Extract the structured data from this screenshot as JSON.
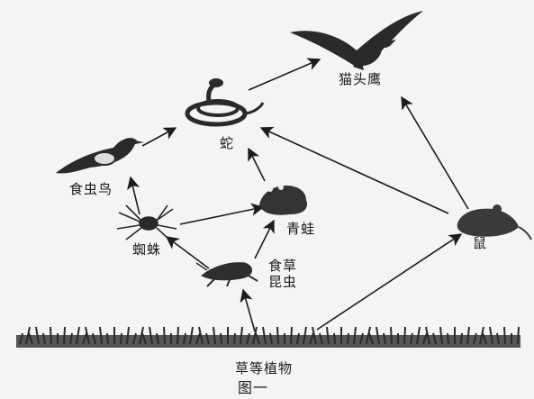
{
  "organisms": {
    "owl": "猫头鹰",
    "snake": "蛇",
    "bird": "食虫鸟",
    "frog": "青蛙",
    "spider": "蜘蛛",
    "insect": "食草昆虫",
    "mouse": "鼠",
    "plants": "草等植物"
  },
  "caption": "图一",
  "colors": {
    "ink": "#1c1c1c",
    "background": "#f4f4f2",
    "grass": "#2b2b2b"
  }
}
